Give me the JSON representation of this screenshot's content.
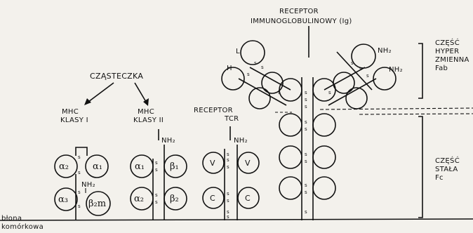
{
  "labels": {
    "receptor_title_1": "RECEPTOR",
    "receptor_title_2": "IMMUNOGLOBULINOWY (Ig)",
    "molecule": "CZĄSTECZKA",
    "mhc1_1": "MHC",
    "mhc1_2": "KLASY I",
    "mhc2_1": "MHC",
    "mhc2_2": "KLASY II",
    "tcr_1": "RECEPTOR",
    "tcr_2": "TCR",
    "membrane_1": "błona",
    "membrane_2": "komórkowa",
    "fab_1": "CZĘŚĆ",
    "fab_2": "HYPER",
    "fab_3": "ZMIENNA",
    "fab_4": "Fab",
    "fc_1": "CZĘŚĆ",
    "fc_2": "STAŁA",
    "fc_3": "Fc",
    "alpha1": "α₁",
    "alpha2": "α₂",
    "alpha3": "α₃",
    "beta1": "β₁",
    "beta2": "β₂",
    "beta2m": "β₂m",
    "nh2": "NH₂",
    "v": "V",
    "c": "C",
    "l": "L",
    "h": "H",
    "s": "s"
  }
}
